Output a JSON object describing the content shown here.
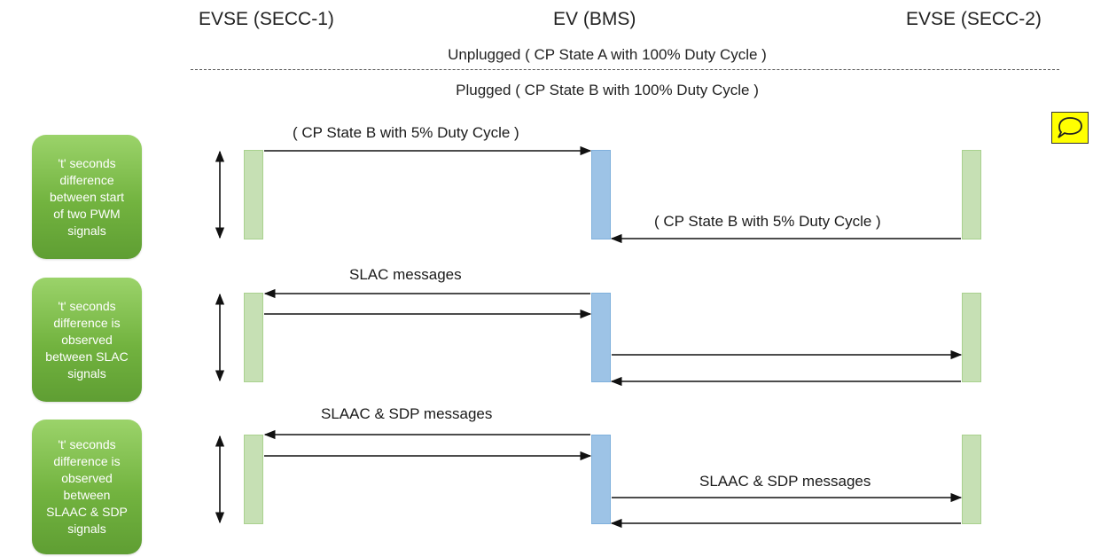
{
  "headers": {
    "evse1": "EVSE (SECC-1)",
    "ev": "EV (BMS)",
    "evse2": "EVSE (SECC-2)"
  },
  "states": {
    "unplugged": "Unplugged ( CP State A with 100% Duty Cycle )",
    "plugged": "Plugged ( CP State B with 100% Duty Cycle )"
  },
  "notes": [
    "'t' seconds\ndifference\nbetween start\nof two PWM\nsignals",
    "'t' seconds\ndifference is\nobserved\nbetween SLAC\nsignals",
    "'t' seconds\ndifference is\nobserved\nbetween\nSLAAC & SDP\nsignals"
  ],
  "messages": {
    "cp_state_b_5_evse1": "( CP State B with 5% Duty Cycle )",
    "cp_state_b_5_evse2": "( CP State B with 5% Duty Cycle )",
    "slac": "SLAC messages",
    "slaac_sdp_evse1": "SLAAC & SDP messages",
    "slaac_sdp_evse2": "SLAAC & SDP messages"
  },
  "colors": {
    "evse_lifeline": "#c6e0b4",
    "ev_lifeline": "#9dc3e6",
    "note_green": "#72b33f",
    "comment_icon": "#ffff00"
  },
  "icons": {
    "comment": "speech-bubble-icon"
  }
}
